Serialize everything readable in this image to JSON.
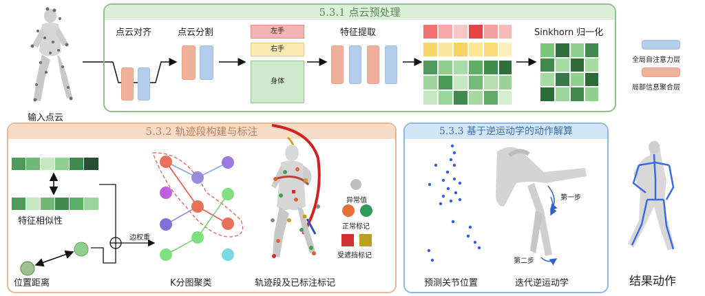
{
  "input": {
    "label": "输入点云"
  },
  "s531": {
    "title": "5.3.1 点云预处理",
    "align_label": "点云对齐",
    "segment_label": "点云分割",
    "left_hand": "左手",
    "right_hand": "右手",
    "body": "身体",
    "feature_label": "特征提取",
    "sinkhorn_label": "Sinkhorn 归一化"
  },
  "legend": {
    "global": "全局自注意力层",
    "local": "局部信息聚合层"
  },
  "s532": {
    "title": "5.3.2 轨迹段构建与标注",
    "feature_sim": "特征相似性",
    "position_dist": "位置距离",
    "edge_weight": "边权重",
    "kgraph": "K分图聚类",
    "result": "轨迹段及已标注标记",
    "outlier": "异常值",
    "normal": "正常标记",
    "occluded": "受遮挡标记"
  },
  "s533": {
    "title": "5.3.3 基于逆运动学的动作解算",
    "predicted": "预测关节位置",
    "ik": "迭代逆运动学",
    "step1": "第一步",
    "step2": "第二步"
  },
  "result_label": "结果动作",
  "colors": {
    "panel_green_border": "#8fbf8f",
    "panel_green_head": "#dcefd9",
    "panel_orange_border": "#e8b78f",
    "panel_orange_head": "#f6dcc6",
    "panel_blue_border": "#8bb6e0",
    "panel_blue_head": "#d3e6f7",
    "pill_red": "#f1b09a",
    "pill_blue": "#b3cdea"
  }
}
